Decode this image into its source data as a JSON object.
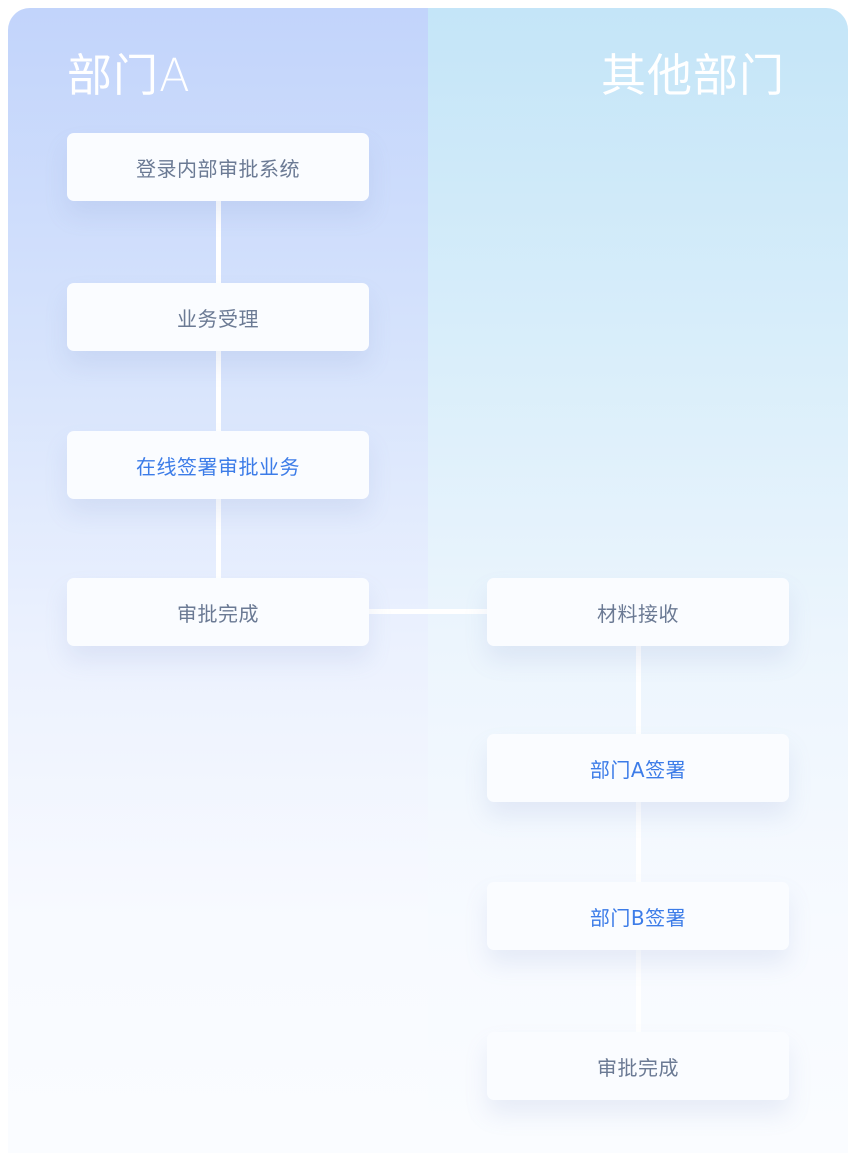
{
  "lanes": {
    "left_title": "部门A",
    "right_title": "其他部门"
  },
  "left_steps": [
    {
      "label": "登录内部审批系统",
      "highlight": false
    },
    {
      "label": "业务受理",
      "highlight": false
    },
    {
      "label": "在线签署审批业务",
      "highlight": true
    },
    {
      "label": "审批完成",
      "highlight": false
    }
  ],
  "right_steps": [
    {
      "label": "材料接收",
      "highlight": false
    },
    {
      "label": "部门A签署",
      "highlight": true
    },
    {
      "label": "部门B签署",
      "highlight": true
    },
    {
      "label": "审批完成",
      "highlight": false
    }
  ],
  "colors": {
    "left_lane_top": "#c2d4fb",
    "right_lane_top": "#c4e5f8",
    "step_text": "#6b7a94",
    "step_highlight_text": "#3c7ce8",
    "connector": "#ffffff"
  }
}
